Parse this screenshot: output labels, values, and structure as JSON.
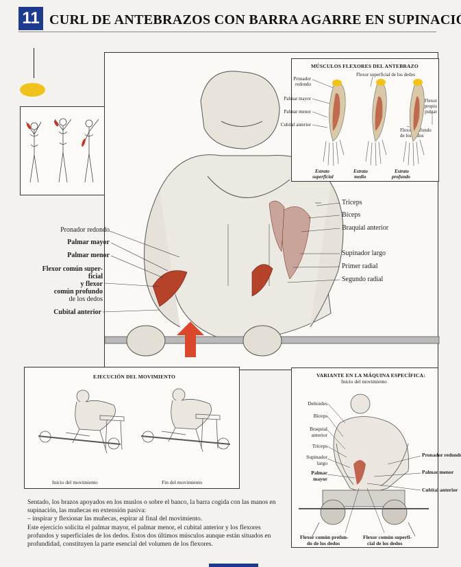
{
  "header": {
    "exercise_number": "11",
    "title": "CURL DE ANTEBRAZOS CON BARRA AGARRE EN SUPINACIÓN"
  },
  "colors": {
    "accent_blue": "#1c3b8e",
    "marker_yellow": "#f0c21a",
    "muscle_red": "#b4432a",
    "arrow_red": "#d9482a"
  },
  "main_labels_left": {
    "pronador_redondo": "Pronador redondo",
    "palmar_mayor": "Palmar mayor",
    "palmar_menor": "Palmar menor",
    "flexor_comun_1": "Flexor común super-",
    "flexor_comun_2": "ficial",
    "flexor_comun_3": "y flexor",
    "flexor_comun_4": "común profundo",
    "flexor_comun_5": "de los dedos",
    "cubital_anterior": "Cubital anterior"
  },
  "main_labels_right": {
    "triceps": "Tríceps",
    "biceps": "Bíceps",
    "braquial_anterior": "Braquial anterior",
    "supinador_largo": "Supinador largo",
    "primer_radial": "Primer radial",
    "segundo_radial": "Segundo radial"
  },
  "inset_flexors": {
    "title": "MÚSCULOS FLEXORES DEL ANTEBRAZO",
    "flexor_superficial": "Flexor superficial de los dedos",
    "pronador_redondo_1": "Pronador",
    "pronador_redondo_2": "redondo",
    "palmar_mayor": "Palmar mayor",
    "palmar_menor": "Palmar menor",
    "cubital_anterior": "Cubital anterior",
    "flexor_propio_1": "Flexor",
    "flexor_propio_2": "propio",
    "flexor_propio_3": "del pulgar",
    "flexor_profundo_1": "Flexor profundo",
    "flexor_profundo_2": "de los dedos",
    "estrato_superficial_1": "Estrato",
    "estrato_superficial_2": "superficial",
    "estrato_medio_1": "Estrato",
    "estrato_medio_2": "medio",
    "estrato_profundo_1": "Estrato",
    "estrato_profundo_2": "profundo"
  },
  "execution_panel": {
    "title": "EJECUCIÓN DEL MOVIMIENTO",
    "start": "Inicio del movimiento",
    "end": "Fin del movimiento"
  },
  "variant_panel": {
    "title": "VARIANTE EN LA MÁQUINA ESPECÍFICA:",
    "subtitle": "Inicio del movimiento",
    "deltoides": "Deltoides",
    "biceps": "Bíceps",
    "braquial_1": "Braquial",
    "braquial_2": "anterior",
    "triceps": "Tríceps",
    "supinador_1": "Supinador",
    "supinador_2": "largo",
    "palmar_mayor_1": "Palmar",
    "palmar_mayor_2": "mayor",
    "pronador_redondo": "Pronador redondo",
    "palmar_menor": "Palmar menor",
    "cubital_anterior": "Cubital anterior",
    "flexor_profundo_1": "Flexor común profun-",
    "flexor_profundo_2": "do de los dedos",
    "flexor_superficial_1": "Flexor común superfi-",
    "flexor_superficial_2": "cial de los dedos"
  },
  "description": {
    "p1": "Sentado, los brazos apoyados en los muslos o sobre el banco, la barra cogida con las manos en supinación, las muñecas en extensión pasiva:",
    "p2": "–  inspirar y flexionar las muñecas, espirar al final del movimiento.",
    "p3": "Este ejercicio solicita el palmar mayor, el palmar menor, el cubital anterior y los flexores profundos y superficiales de los dedos. Estos dos últimos músculos aunque están situados en profundidad, constituyen la parte esencial del volumen de los flexores."
  }
}
